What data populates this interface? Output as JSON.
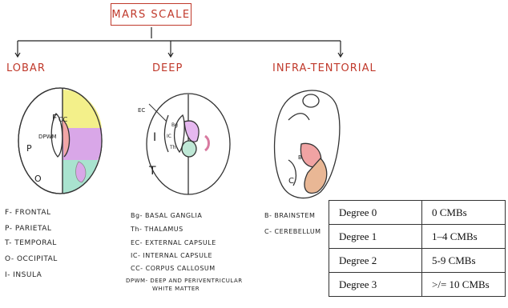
{
  "title": "MARS SCALE",
  "branches": {
    "lobar": "LOBAR",
    "deep": "DEEP",
    "infratentorial": "INFRA-TENTORIAL"
  },
  "lobar_diagram_labels": {
    "frontal": "F",
    "cc": "CC",
    "dpwm": "DPWM",
    "parietal": "P",
    "occipital": "O"
  },
  "deep_diagram_labels": {
    "ec": "EC",
    "bg": "Bg",
    "insula": "I",
    "ic": "IC",
    "th": "Th",
    "temporal": "T"
  },
  "infra_diagram_labels": {
    "brainstem": "B",
    "cerebellum": "C"
  },
  "lobar_legend": [
    "F- FRONTAL",
    "P- PARIETAL",
    "T- TEMPORAL",
    "O- OCCIPITAL",
    "I- INSULA"
  ],
  "deep_legend": [
    "Bg- BASAL GANGLIA",
    "Th- THALAMUS",
    "EC- EXTERNAL CAPSULE",
    "IC- INTERNAL CAPSULE",
    "CC- CORPUS CALLOSUM",
    "DPWM- DEEP AND PERIVENTRICULAR",
    "WHITE MATTER"
  ],
  "infra_legend": [
    "B- BRAINSTEM",
    "C- CEREBELLUM"
  ],
  "degrees": [
    {
      "degree": "Degree 0",
      "count": "0 CMBs"
    },
    {
      "degree": "Degree 1",
      "count": "1–4 CMBs"
    },
    {
      "degree": "Degree 2",
      "count": "5-9 CMBs"
    },
    {
      "degree": "Degree 3",
      "count": ">/= 10 CMBs"
    }
  ],
  "colors": {
    "accent": "#c0392b",
    "frontal": "#f3f08a",
    "parietal": "#d9a7e8",
    "occipital": "#a9e3cf",
    "insula": "#f2a6a6",
    "deep_bg": "#e6b8f0",
    "deep_th": "#bfe8d6",
    "brainstem": "#f0a3a3",
    "cerebellum": "#e9b795"
  }
}
